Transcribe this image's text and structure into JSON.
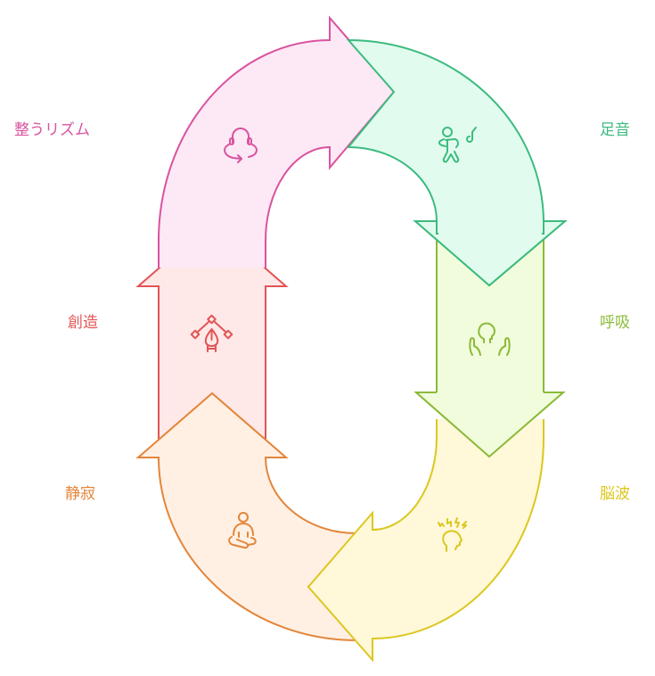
{
  "diagram": {
    "type": "cycle",
    "steps": [
      {
        "id": "rhythm",
        "label": "整うリズム",
        "icon": "headphones-cycle-icon",
        "stroke": "#d9539f",
        "fill": "#fde8f5",
        "side": "left"
      },
      {
        "id": "footsteps",
        "label": "足音",
        "icon": "dancing-person-music-icon",
        "stroke": "#3dbb7f",
        "fill": "#e1fcef",
        "side": "right"
      },
      {
        "id": "breath",
        "label": "呼吸",
        "icon": "hands-around-head-icon",
        "stroke": "#8bba38",
        "fill": "#f1fcdc",
        "side": "right"
      },
      {
        "id": "brainwave",
        "label": "脳波",
        "icon": "head-lightning-icon",
        "stroke": "#dcc71f",
        "fill": "#fff8d9",
        "side": "right"
      },
      {
        "id": "stillness",
        "label": "静寂",
        "icon": "meditation-person-icon",
        "stroke": "#e3853a",
        "fill": "#fff0e3",
        "side": "left"
      },
      {
        "id": "creation",
        "label": "創造",
        "icon": "pen-tool-vector-icon",
        "stroke": "#e25455",
        "fill": "#ffe8e8",
        "side": "left"
      }
    ]
  }
}
